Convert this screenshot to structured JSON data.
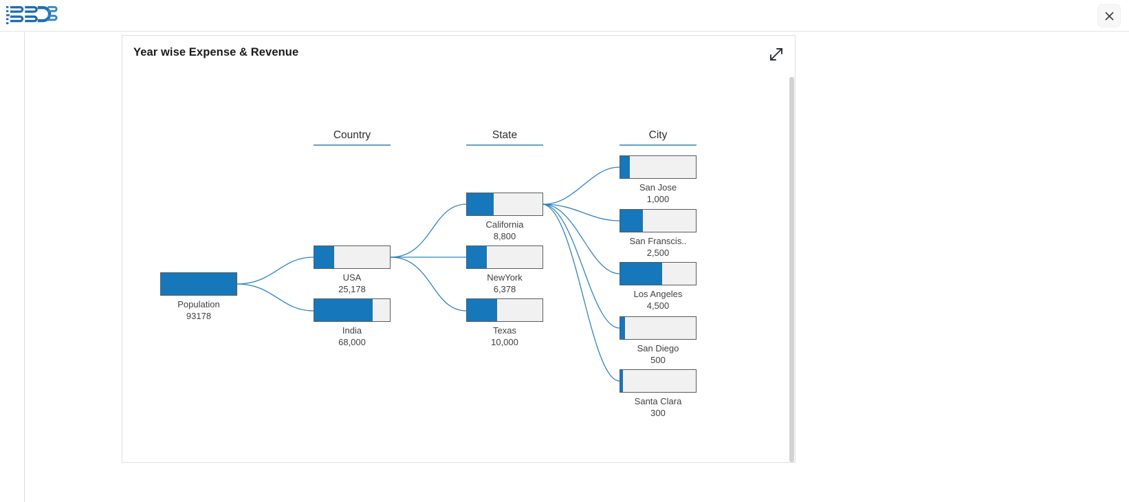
{
  "app": {
    "logo_name": "bdb-logo",
    "close_label": "×"
  },
  "card": {
    "title": "Year wise Expense & Revenue",
    "expand_icon": "expand-diagonal-icon"
  },
  "chart_data": {
    "type": "tree",
    "title": "Year wise Expense & Revenue",
    "columns": [
      "Country",
      "State",
      "City"
    ],
    "root": {
      "label": "Population",
      "value": "93178",
      "fill_pct": 100
    },
    "levels": [
      {
        "name": "Country",
        "nodes": [
          {
            "label": "USA",
            "value": "25,178",
            "fill_pct": 26
          },
          {
            "label": "India",
            "value": "68,000",
            "fill_pct": 77
          }
        ]
      },
      {
        "name": "State",
        "nodes": [
          {
            "label": "California",
            "value": "8,800",
            "fill_pct": 35
          },
          {
            "label": "NewYork",
            "value": "6,378",
            "fill_pct": 26
          },
          {
            "label": "Texas",
            "value": "10,000",
            "fill_pct": 40
          }
        ]
      },
      {
        "name": "City",
        "nodes": [
          {
            "label": "San Jose",
            "value": "1,000",
            "fill_pct": 13
          },
          {
            "label": "San Franscis..",
            "value": "2,500",
            "fill_pct": 30
          },
          {
            "label": "Los Angeles",
            "value": "4,500",
            "fill_pct": 55
          },
          {
            "label": "San Diego",
            "value": "500",
            "fill_pct": 6
          },
          {
            "label": "Santa Clara",
            "value": "300",
            "fill_pct": 4
          }
        ]
      }
    ],
    "colors": {
      "fill": "#1777bb",
      "track": "#f1f1f1",
      "border": "#555b5e",
      "link": "#2f83c0",
      "header_underline": "#6a9fc0"
    }
  }
}
